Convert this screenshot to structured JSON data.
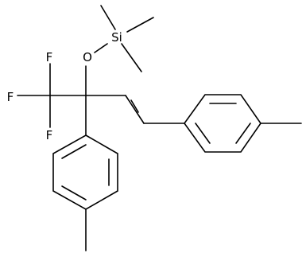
{
  "molecule": {
    "atoms": {
      "si": "Si",
      "o": "O",
      "f1": "F",
      "f2": "F",
      "f3": "F"
    }
  }
}
